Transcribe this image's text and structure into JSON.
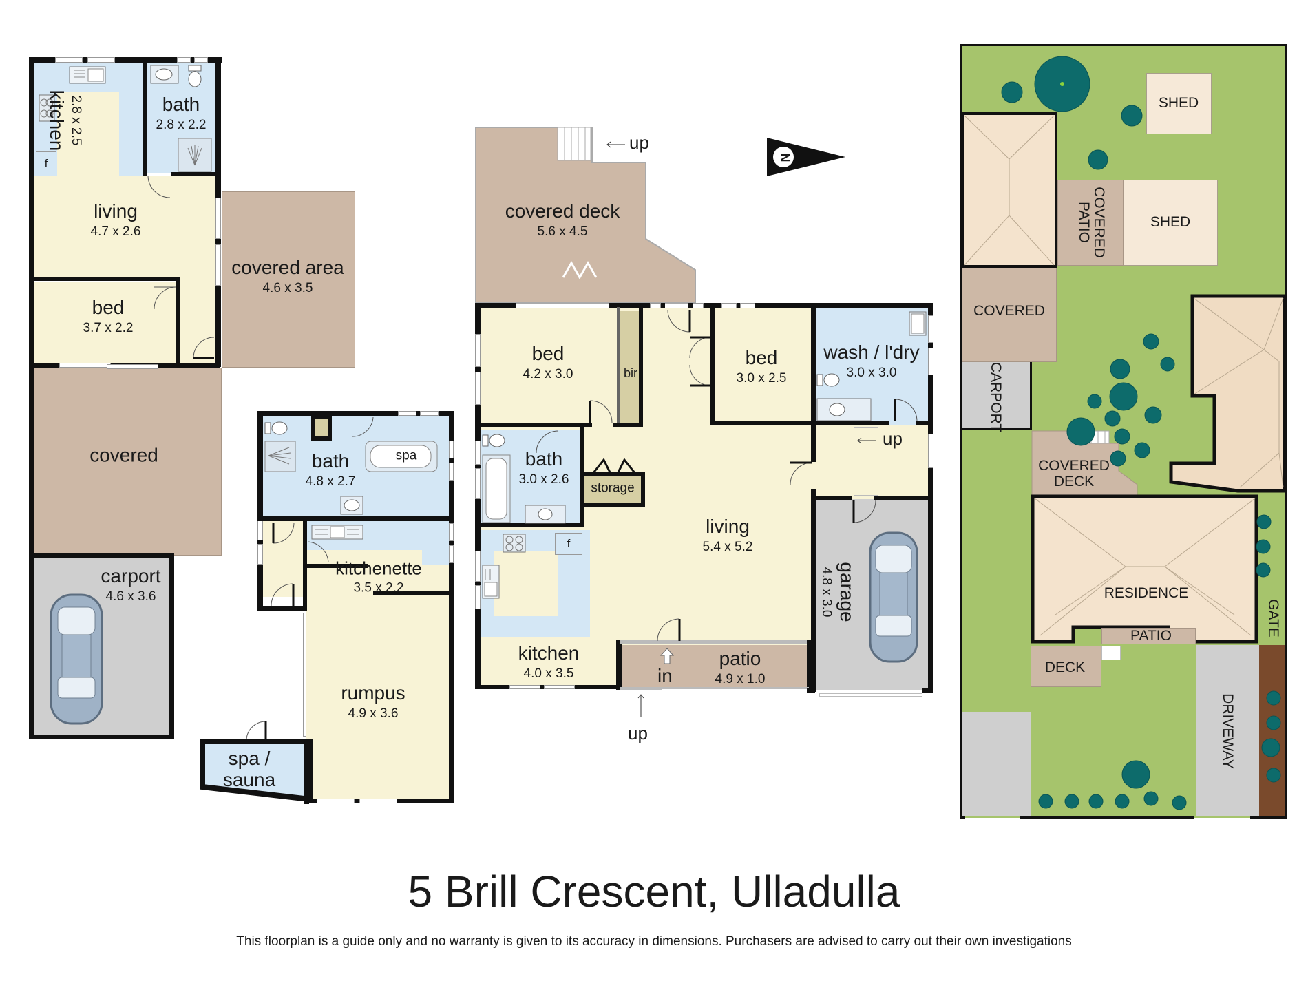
{
  "title": "5 Brill Crescent, Ulladulla",
  "disclaimer": "This floorplan is a guide only and no warranty is given to its accuracy in dimensions. Purchasers are advised to carry out their own investigations",
  "colors": {
    "interior": "#f8f3d6",
    "wet_area": "#d4e7f5",
    "outdoor_covered": "#cdb8a6",
    "garage": "#cfcfcf",
    "storage": "#d6cfa4",
    "lawn": "#a6c46c",
    "tree": "#0d6b6b",
    "roof": "#f2dfc6",
    "garden_bed": "#7a4a2c",
    "wall": "#111111"
  },
  "compass": {
    "label": "N",
    "pointing": "right"
  },
  "plans": {
    "outbuilding": {
      "rooms": [
        {
          "name": "kitchen",
          "dim": "2.8 x 2.5",
          "fixtures": [
            "sink",
            "cooktop",
            "fridge"
          ]
        },
        {
          "name": "bath",
          "dim": "2.8 x 2.2",
          "fixtures": [
            "basin",
            "toilet",
            "shower"
          ]
        },
        {
          "name": "living",
          "dim": "4.7 x 2.6"
        },
        {
          "name": "bed",
          "dim": "3.7 x 2.2"
        },
        {
          "name": "covered area",
          "dim": "4.6 x 3.5"
        },
        {
          "name": "covered",
          "dim": ""
        },
        {
          "name": "carport",
          "dim": "4.6 x 3.6"
        }
      ],
      "fridge_label": "f"
    },
    "lower_level": {
      "rooms": [
        {
          "name": "bath",
          "dim": "4.8 x 2.7",
          "fixtures": [
            "toilet",
            "shower",
            "spa bath",
            "basin"
          ]
        },
        {
          "name": "kitchenette",
          "dim": "3.5 x 2.2"
        },
        {
          "name": "rumpus",
          "dim": "4.9 x 3.6"
        },
        {
          "name": "spa / sauna",
          "name_lines": [
            "spa /",
            "sauna"
          ],
          "dim": ""
        }
      ],
      "spa_label": "spa"
    },
    "main_house": {
      "rooms": [
        {
          "name": "covered deck",
          "dim": "5.6 x 4.5"
        },
        {
          "name": "bed",
          "dim": "4.2 x 3.0"
        },
        {
          "name": "bir",
          "dim": ""
        },
        {
          "name": "bed",
          "dim": "3.0 x 2.5"
        },
        {
          "name": "wash / l'dry",
          "dim": "3.0 x 3.0"
        },
        {
          "name": "bath",
          "dim": "3.0 x 2.6"
        },
        {
          "name": "storage",
          "dim": ""
        },
        {
          "name": "living",
          "dim": "5.4 x 5.2"
        },
        {
          "name": "kitchen",
          "dim": "4.0 x 3.5"
        },
        {
          "name": "patio",
          "dim": "4.9 x 1.0"
        },
        {
          "name": "garage",
          "dim": "4.8 x 3.0"
        }
      ],
      "stairs": [
        {
          "label": "up",
          "location": "covered deck"
        },
        {
          "label": "up",
          "location": "rear hall"
        },
        {
          "label": "up",
          "location": "front entry"
        }
      ],
      "entry_label": "in",
      "fridge_label": "f"
    },
    "site_plan": {
      "labels": {
        "shed_1": "SHED",
        "shed_2": "SHED",
        "covered_patio": [
          "COVERED",
          "PATIO"
        ],
        "covered": "COVERED",
        "carport": "CARPORT",
        "covered_deck": [
          "COVERED",
          "DECK"
        ],
        "residence": "RESIDENCE",
        "patio": "PATIO",
        "deck": "DECK",
        "driveway": "DRIVEWAY",
        "gate": "GATE"
      }
    }
  }
}
